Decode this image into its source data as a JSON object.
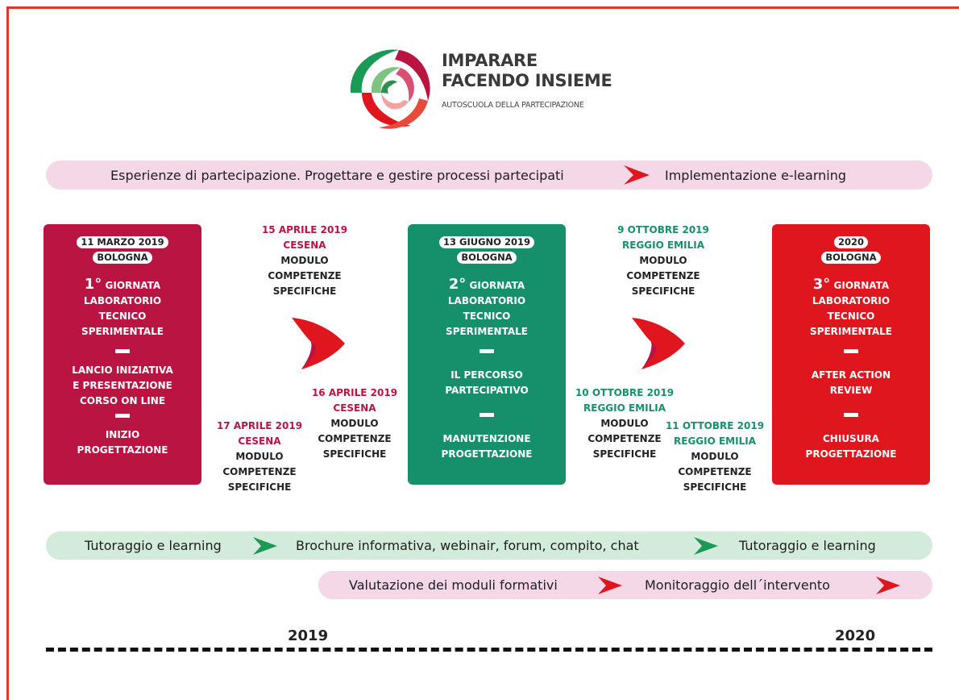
{
  "logo": {
    "line1": "IMPARARE",
    "line2": "FACENDO INSIEME",
    "subtitle": "AUTOSCUOLA DELLA PARTECIPAZIONE",
    "icon": "spiral-logo-icon"
  },
  "top_band": {
    "left": "Esperienze di partecipazione. Progettare e gestire processi partecipati",
    "right": "Implementazione e-learning"
  },
  "boxes": [
    {
      "date": "11 MARZO 2019",
      "place": "BOLOGNA",
      "num": "1°",
      "giornata": "GIORNATA",
      "l1": "LABORATORIO",
      "l2": "TECNICO",
      "l3": "SPERIMENTALE",
      "a1": "LANCIO INIZIATIVA",
      "a2": "E PRESENTAZIONE",
      "a3": "CORSO ON LINE",
      "b1": "INIZIO",
      "b2": "PROGETTAZIONE",
      "color": "#ba1443"
    },
    {
      "date": "13 GIUGNO 2019",
      "place": "BOLOGNA",
      "num": "2°",
      "giornata": "GIORNATA",
      "l1": "LABORATORIO",
      "l2": "TECNICO",
      "l3": "SPERIMENTALE",
      "a1": "IL PERCORSO",
      "a2": "PARTECIPATIVO",
      "b1": "MANUTENZIONE",
      "b2": "PROGETTAZIONE",
      "color": "#15906a"
    },
    {
      "date": "2020",
      "place": "BOLOGNA",
      "num": "3°",
      "giornata": "GIORNATA",
      "l1": "LABORATORIO",
      "l2": "TECNICO",
      "l3": "SPERIMENTALE",
      "a1": "AFTER ACTION",
      "a2": "REVIEW",
      "b1": "CHIUSURA",
      "b2": "PROGETTAZIONE",
      "color": "#e0161f"
    }
  ],
  "modules": [
    {
      "date": "15 APRILE 2019",
      "city": "CESENA",
      "t1": "MODULO",
      "t2": "COMPETENZE",
      "t3": "SPECIFICHE"
    },
    {
      "date": "16 APRILE 2019",
      "city": "CESENA",
      "t1": "MODULO",
      "t2": "COMPETENZE",
      "t3": "SPECIFICHE"
    },
    {
      "date": "17 APRILE 2019",
      "city": "CESENA",
      "t1": "MODULO",
      "t2": "COMPETENZE",
      "t3": "SPECIFICHE"
    },
    {
      "date": "9 OTTOBRE 2019",
      "city": "REGGIO EMILIA",
      "t1": "MODULO",
      "t2": "COMPETENZE",
      "t3": "SPECIFICHE"
    },
    {
      "date": "10 OTTOBRE 2019",
      "city": "REGGIO EMILIA",
      "t1": "MODULO",
      "t2": "COMPETENZE",
      "t3": "SPECIFICHE"
    },
    {
      "date": "11 OTTOBRE 2019",
      "city": "REGGIO EMILIA",
      "t1": "MODULO",
      "t2": "COMPETENZE",
      "t3": "SPECIFICHE"
    }
  ],
  "green_band": {
    "a": "Tutoraggio e learning",
    "b": "Brochure informativa, webinair, forum, compito, chat",
    "c": "Tutoraggio e learning"
  },
  "pink_band2": {
    "a": "Valutazione dei moduli formativi",
    "b": "Monitoraggio dell´intervento"
  },
  "years": {
    "start": "2019",
    "end": "2020"
  },
  "colors": {
    "magenta": "#ba1443",
    "green": "#15906a",
    "red": "#e0161f",
    "pink_band": "#f4d8e8",
    "green_band": "#d2ebdb"
  }
}
